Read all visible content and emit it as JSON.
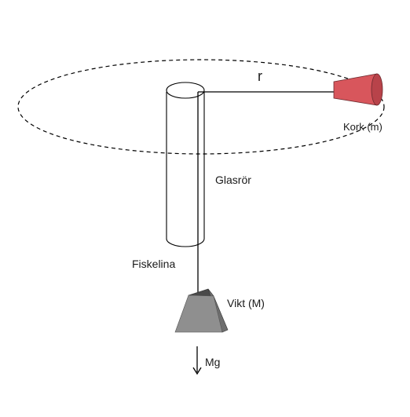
{
  "labels": {
    "radius": "r",
    "cork": "Kork (m)",
    "tube": "Glasrör",
    "line": "Fiskelina",
    "weight": "Vikt (M)",
    "force": "Mg"
  },
  "colors": {
    "cork_front": "#d8565c",
    "cork_back": "#b8434a",
    "weight_front": "#8f8f8f",
    "weight_top": "#4a4a4a",
    "weight_side": "#6e6e6e",
    "stroke": "#000000"
  }
}
